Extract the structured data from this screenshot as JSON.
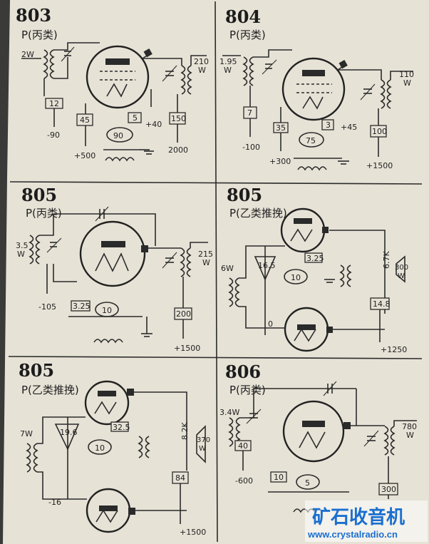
{
  "panels": [
    {
      "title": "803",
      "mode": "P(丙类)",
      "labels": [
        "2W",
        "12",
        "-90",
        "45",
        "+500",
        "5",
        "+40",
        "90",
        "210",
        "W",
        "150",
        "2000"
      ]
    },
    {
      "title": "804",
      "mode": "P(丙类)",
      "labels": [
        "1.95",
        "W",
        "7",
        "-100",
        "35",
        "+300",
        "75",
        "3",
        "+45",
        "110",
        "W",
        "100",
        "+1500"
      ]
    },
    {
      "title": "805",
      "mode": "P(丙类)",
      "labels": [
        "3.5",
        "W",
        "-105",
        "3.25",
        "10",
        "215",
        "W",
        "200",
        "+1500"
      ]
    },
    {
      "title": "805",
      "mode": "P(乙类推挽)",
      "labels": [
        "6W",
        "16.5",
        "0",
        "10",
        "3.25",
        "6.7K",
        "300",
        "W",
        "14.8",
        "+1250"
      ]
    },
    {
      "title": "805",
      "mode": "P(乙类推挽)",
      "labels": [
        "7W",
        "19.6",
        "-16",
        "10",
        "32.5",
        "8.2K",
        "370",
        "W",
        "84",
        "+1500"
      ]
    },
    {
      "title": "806",
      "mode": "P(丙类)",
      "labels": [
        "3.4W",
        "40",
        "-600",
        "10",
        "5",
        "780",
        "W",
        "300"
      ]
    }
  ],
  "watermark": {
    "cn": "矿石收音机",
    "url": "www.crystalradio.cn"
  },
  "colors": {
    "paper": "#e6e2d6",
    "ink": "#2b2b2b",
    "watermark": "#1a6fd0"
  }
}
